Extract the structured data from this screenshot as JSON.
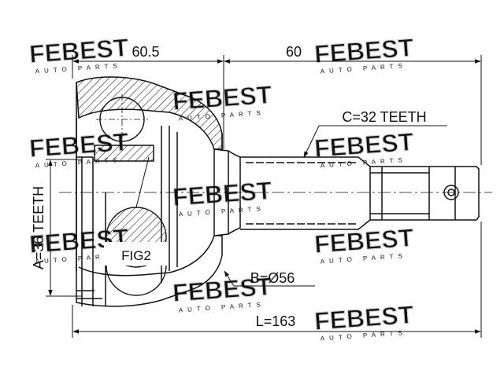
{
  "watermark": {
    "brand": "FEBEST",
    "tagline": "AUTO PARTS",
    "color": "#d0d0d0"
  },
  "dimensions": {
    "joint_length": "60.5",
    "shaft_length": "60",
    "overall_length": "L=163"
  },
  "callouts": {
    "outer_spline": "C=32 TEETH",
    "inner_spline": "A=36 TEETH",
    "abs_diameter": "B=Ø56",
    "detail_ref": "FIG2"
  },
  "colors": {
    "line": "#111111",
    "hatch": "#333333"
  }
}
